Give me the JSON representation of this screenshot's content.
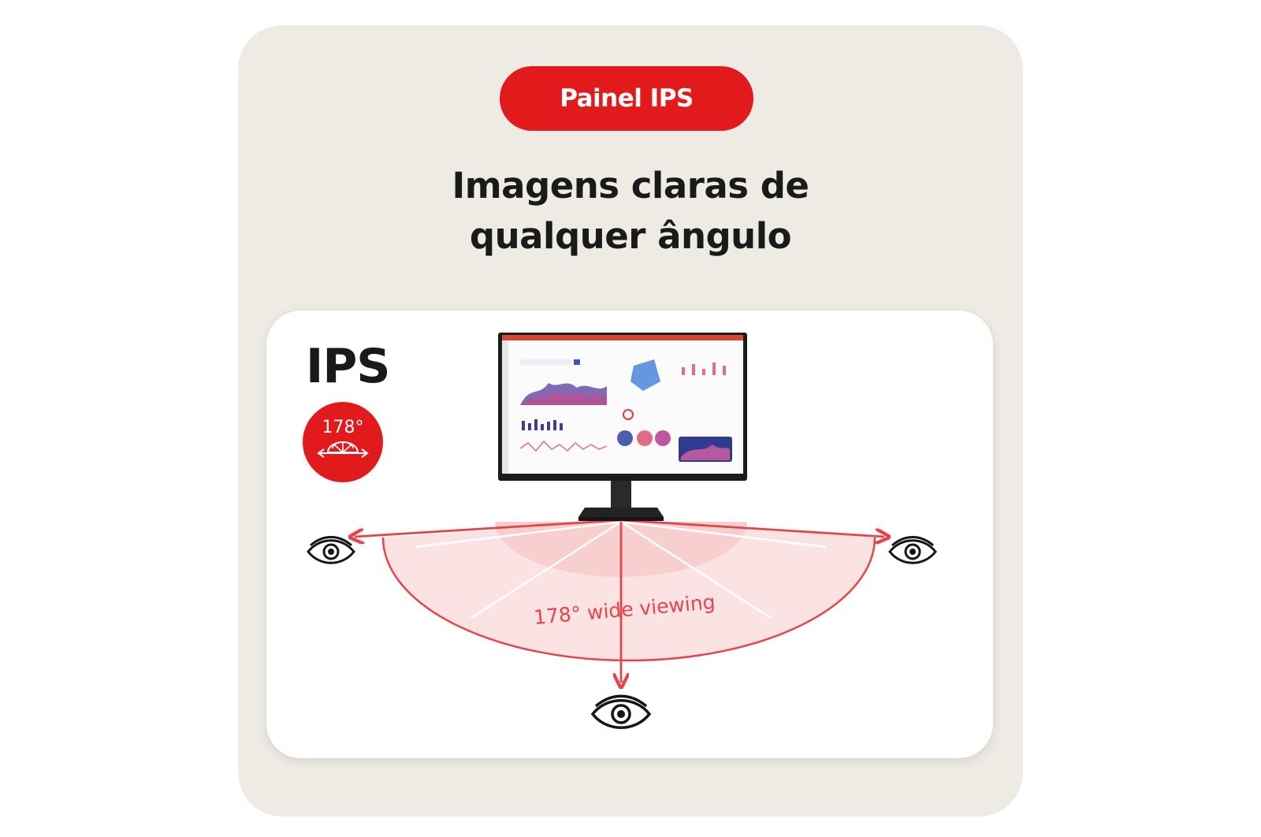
{
  "header": {
    "pill_label": "Painel IPS",
    "headline_line1": "Imagens claras de",
    "headline_line2": "qualquer ângulo"
  },
  "panel": {
    "ips_label": "IPS",
    "badge_angle": "178°",
    "arc_caption": "178° wide viewing"
  },
  "colors": {
    "accent": "#e31a1c",
    "card_background": "#eeeae4",
    "arrow": "#e8434a"
  },
  "icons": [
    "eye-icon",
    "viewing-angle-icon",
    "monitor-illustration"
  ]
}
